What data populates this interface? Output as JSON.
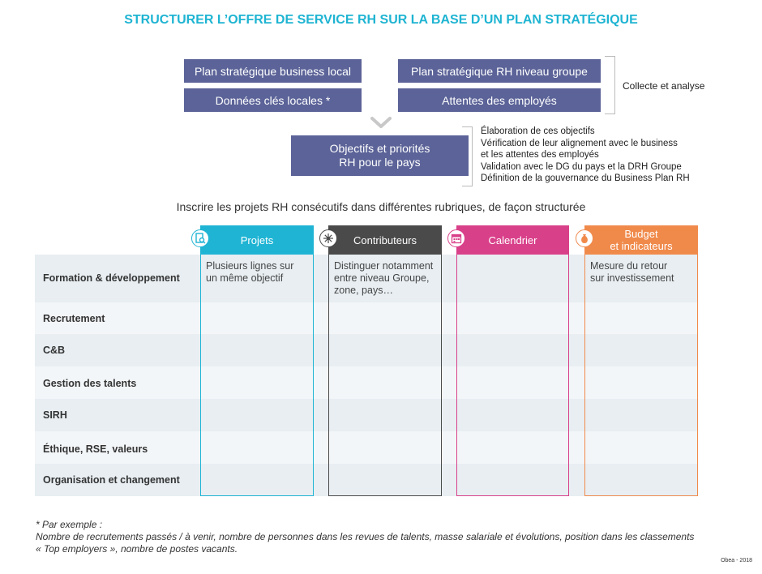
{
  "title": "STRUCTURER L’OFFRE DE SERVICE RH SUR LA BASE D’UN PLAN STRATÉGIQUE",
  "inputs": {
    "box1": "Plan stratégique business local",
    "box2": "Plan stratégique RH niveau groupe",
    "box3": "Données clés locales *",
    "box4": "Attentes des employés",
    "bracket_label": "Collecte et analyse"
  },
  "objectives": {
    "box_line1": "Objectifs et priorités",
    "box_line2": "RH pour le pays",
    "steps": [
      "Élaboration de ces objectifs",
      "Vérification de leur alignement avec le business",
      "et les attentes des employés",
      "Validation avec le DG du pays et la DRH Groupe",
      "Définition de la gouvernance du Business Plan RH"
    ]
  },
  "subtitle": "Inscrire les projets RH consécutifs dans différentes rubriques, de façon structurée",
  "columns": [
    {
      "label": "Projets",
      "color": "#1fb4d4",
      "icon": "document-search-icon"
    },
    {
      "label": "Contributeurs",
      "color": "#4a4a4a",
      "icon": "network-icon"
    },
    {
      "label": "Calendrier",
      "color": "#d9408a",
      "icon": "calendar-icon"
    },
    {
      "label_line1": "Budget",
      "label_line2": "et indicateurs",
      "color": "#f08a4b",
      "icon": "money-bag-icon"
    }
  ],
  "rows": [
    "Formation & développement",
    "Recrutement",
    "C&B",
    "Gestion des talents",
    "SIRH",
    "Éthique, RSE, valeurs",
    "Organisation et changement"
  ],
  "cells": {
    "projets_line1": "Plusieurs lignes sur",
    "projets_line2": "un même objectif",
    "contrib_line1": "Distinguer notamment",
    "contrib_line2": "entre niveau Groupe,",
    "contrib_line3": "zone, pays…",
    "budget_line1": "Mesure du retour",
    "budget_line2": "sur investissement"
  },
  "footnote": {
    "line1": "* Par exemple :",
    "line2": "Nombre de recrutements passés / à venir, nombre de personnes dans les revues de talents, masse salariale et évolutions, position dans les classements",
    "line3": "« Top employers », nombre de postes vacants."
  },
  "credit": "Obea - 2018",
  "colors": {
    "accent": "#1eb4d2",
    "navy": "#5b6398",
    "band": "#e8eef2"
  }
}
